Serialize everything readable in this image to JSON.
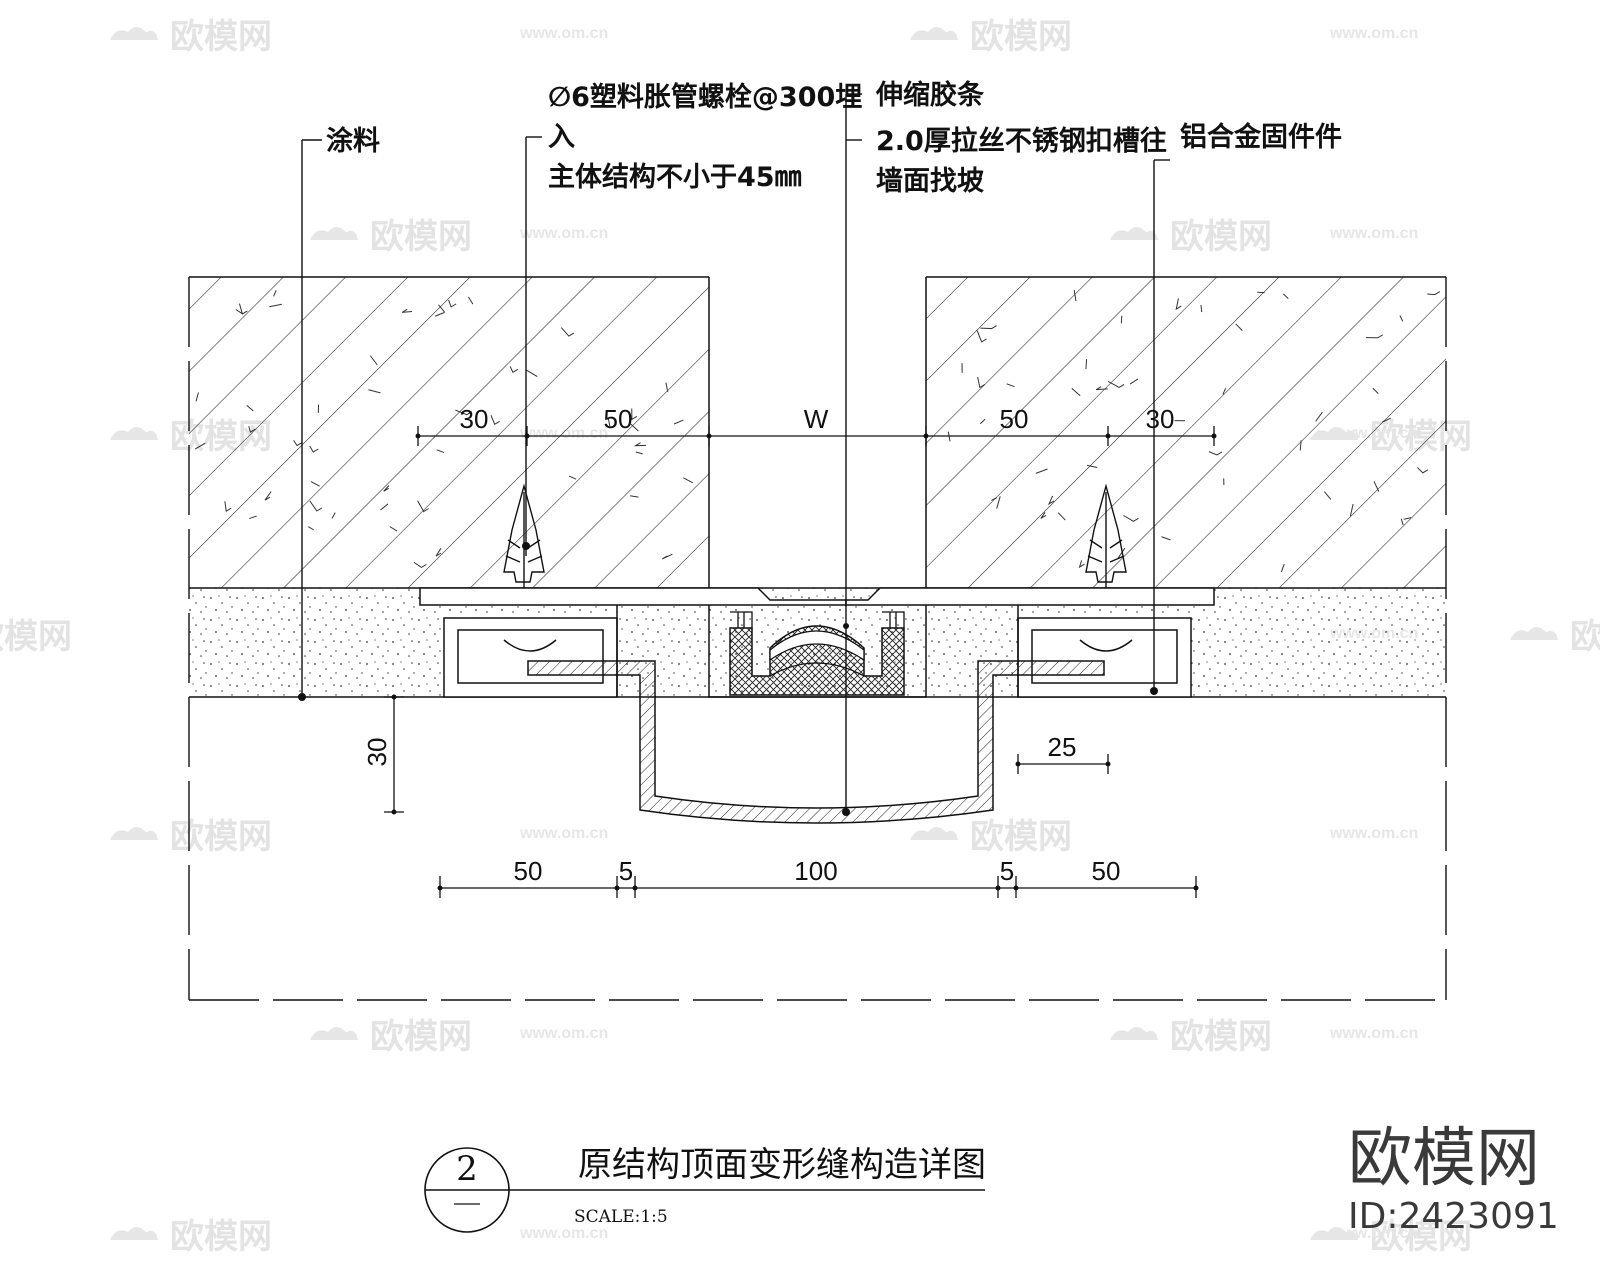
{
  "labels": {
    "coating": "涂料",
    "bolt_line1": "∅6塑料胀管螺栓@300埋",
    "bolt_line2": "入",
    "bolt_line3": "主体结构不小于45㎜",
    "strip": "伸缩胶条",
    "steel_line1": "2.0厚拉丝不锈钢扣槽往",
    "steel_line2": "墙面找坡",
    "aluminum": "铝合金固件件"
  },
  "dimensions": {
    "top_left_30": "30",
    "top_left_50": "50",
    "top_w": "W",
    "top_right_50": "50",
    "top_right_30": "30",
    "depth_30": "30",
    "flange_25": "25",
    "bottom_50_left": "50",
    "bottom_5_left": "5",
    "bottom_100": "100",
    "bottom_5_right": "5",
    "bottom_50_right": "50"
  },
  "title_block": {
    "number": "2",
    "title": "原结构顶面变形缝构造详图",
    "scale": "SCALE:1:5"
  },
  "watermark": {
    "name": "欧模网",
    "url": "www.om.cn",
    "short_url": "om.cn"
  },
  "brand": {
    "name": "欧模网",
    "id": "ID:2423091"
  }
}
